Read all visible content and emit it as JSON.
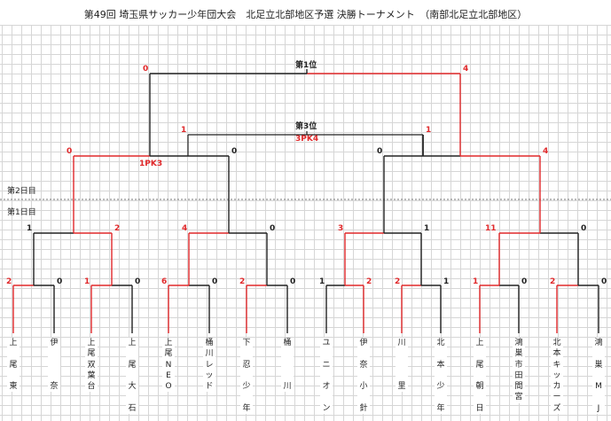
{
  "title": "第49回 埼玉県サッカー少年団大会　北足立北部地区予選 決勝トーナメント　（南部北足立北部地区）",
  "days": {
    "day2": "第2日目",
    "day1": "第1日目"
  },
  "places": {
    "first": "第1位",
    "third": "第3位",
    "third_pk": "3PK4",
    "semi_left_pk": "1PK3"
  },
  "teams": [
    {
      "column": "上\n\n尾\n\n東"
    },
    {
      "column": "伊\n\n\n\n奈"
    },
    {
      "column": "上\n尾\n双\n葉\n台"
    },
    {
      "column": "上\n\n尾\n\n大\n\n石"
    },
    {
      "column": "上\n尾\nN\nE\nO"
    },
    {
      "column": "桶\n川\nレ\nッ\nド"
    },
    {
      "column": "下\n\n忍\n\n少\n\n年"
    },
    {
      "column": "桶\n\n\n\n川"
    },
    {
      "column": "ユ\n\nニ\n\nオ\n\nン"
    },
    {
      "column": "伊\n\n奈\n\n小\n\n針"
    },
    {
      "column": "川\n\n\n\n里"
    },
    {
      "column": "北\n\n本\n\n少\n\n年"
    },
    {
      "column": "上\n\n尾\n\n朝\n\n日"
    },
    {
      "column": "鴻\n巣\n市\n田\n間\n宮"
    },
    {
      "column": "北\n本\nキ\nッ\nカ\nー\nズ"
    },
    {
      "column": "鴻\n\n巣\n\nM\n\nJ"
    }
  ],
  "scores": {
    "r1": [
      "2",
      "0",
      "1",
      "0",
      "6",
      "0",
      "2",
      "0",
      "1",
      "2",
      "2",
      "1",
      "1",
      "0",
      "2",
      "0"
    ],
    "r2": [
      "1",
      "2",
      "4",
      "0",
      "3",
      "1",
      "11",
      "0"
    ],
    "r3": [
      "0",
      "0",
      "0",
      "4"
    ],
    "final": [
      "0",
      "4"
    ],
    "third": [
      "1",
      "1"
    ]
  },
  "colors": {
    "win": "#e0282a",
    "loss": "#222222"
  }
}
